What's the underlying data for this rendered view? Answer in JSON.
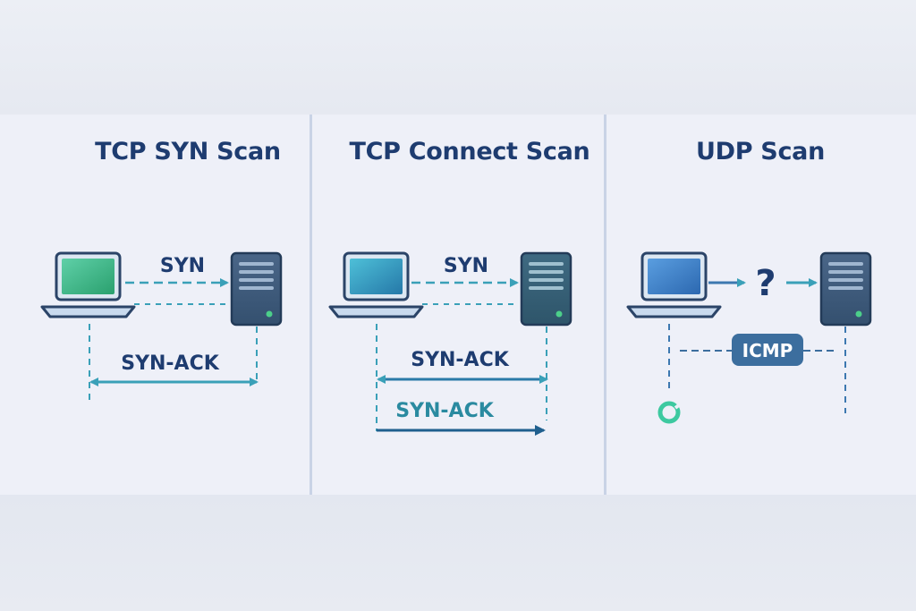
{
  "panels": [
    {
      "title": "TCP SYN Scan",
      "labels": {
        "syn": "SYN",
        "synack": "SYN-ACK"
      }
    },
    {
      "title": "TCP Connect Scan",
      "labels": {
        "syn": "SYN",
        "synack_1": "SYN-ACK",
        "synack_2": "SYN-ACK"
      }
    },
    {
      "title": "UDP Scan",
      "labels": {
        "unknown": "?",
        "icmp": "ICMP"
      }
    }
  ],
  "colors": {
    "title": "#1e3c70",
    "arrow_teal": "#3aa0b8",
    "arrow_dark": "#1f5f8e",
    "server_body": "#3e5a7e",
    "laptop_frame": "#2b4468",
    "status_green": "#4ccf8a",
    "icmp_badge": "#3c6e9e"
  }
}
